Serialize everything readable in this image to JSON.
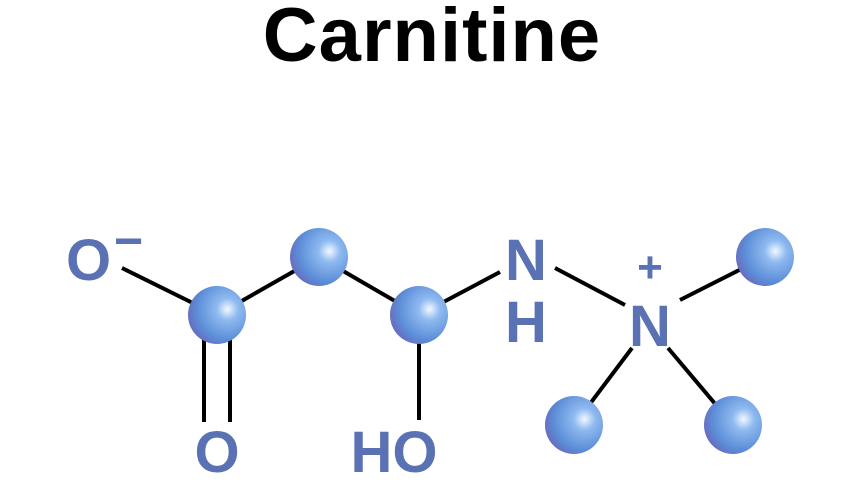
{
  "title": "Carnitine",
  "labels": {
    "carboxylate_o": "O",
    "minus": "−",
    "carbonyl_o": "O",
    "hydroxyl": "HO",
    "amine_n": "N",
    "amine_h": "H",
    "ammonium_n": "N",
    "plus": "+"
  },
  "colors": {
    "atom_label": "#5a72b4",
    "sphere": "#6f9fe0",
    "bond": "#000000"
  }
}
